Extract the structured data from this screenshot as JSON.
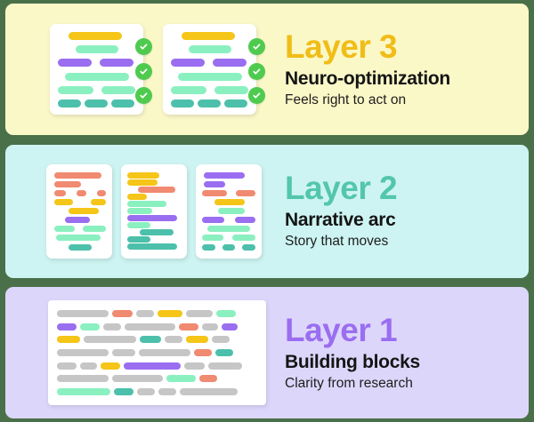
{
  "background_color": "#4a7049",
  "palette": {
    "yellow_panel": "#fbf8c8",
    "cyan_panel": "#cdf4f2",
    "lavender_panel": "#ddd6fb",
    "gold": "#f5c518",
    "mint": "#8bf0c0",
    "purple": "#9a6ef0",
    "teal": "#4cc0ab",
    "coral": "#f08a70",
    "gray": "#c6c6c6",
    "check_green": "#4ecb4e",
    "title_gold": "#f0bd18",
    "title_teal": "#53c6ad",
    "title_purple": "#9a6ef0",
    "heading_black": "#151515"
  },
  "layers": [
    {
      "id": "layer-3",
      "title": "Layer 3",
      "heading": "Neuro-optimization",
      "subtitle": "Feels right to act on",
      "title_color": "#f0bd18",
      "panel_color": "#fbf8c8",
      "badge_icon": "check-circle-icon",
      "badge_count": 3,
      "cards": [
        {
          "name": "optimized-card-1",
          "rows": [
            [
              {
                "c": "gold",
                "w": 60,
                "ml": 12
              }
            ],
            [
              {
                "c": "mint",
                "w": 48,
                "ml": 20
              }
            ],
            [
              {
                "c": "purple",
                "w": 38,
                "ml": 0
              },
              {
                "c": "purple",
                "w": 38,
                "ml": 9
              }
            ],
            [
              {
                "c": "mint",
                "w": 72,
                "ml": 8
              }
            ],
            [
              {
                "c": "mint",
                "w": 40,
                "ml": 0
              },
              {
                "c": "mint",
                "w": 38,
                "ml": 9
              }
            ],
            [
              {
                "c": "teal",
                "w": 26,
                "ml": 0
              },
              {
                "c": "teal",
                "w": 26,
                "ml": 4
              },
              {
                "c": "teal",
                "w": 26,
                "ml": 4
              }
            ]
          ]
        },
        {
          "name": "optimized-card-2",
          "rows": [
            [
              {
                "c": "gold",
                "w": 60,
                "ml": 12
              }
            ],
            [
              {
                "c": "mint",
                "w": 48,
                "ml": 20
              }
            ],
            [
              {
                "c": "purple",
                "w": 38,
                "ml": 0
              },
              {
                "c": "purple",
                "w": 38,
                "ml": 9
              }
            ],
            [
              {
                "c": "mint",
                "w": 72,
                "ml": 8
              }
            ],
            [
              {
                "c": "mint",
                "w": 40,
                "ml": 0
              },
              {
                "c": "mint",
                "w": 38,
                "ml": 9
              }
            ],
            [
              {
                "c": "teal",
                "w": 26,
                "ml": 0
              },
              {
                "c": "teal",
                "w": 26,
                "ml": 4
              },
              {
                "c": "teal",
                "w": 26,
                "ml": 4
              }
            ]
          ]
        }
      ]
    },
    {
      "id": "layer-2",
      "title": "Layer 2",
      "heading": "Narrative arc",
      "subtitle": "Story that moves",
      "title_color": "#53c6ad",
      "panel_color": "#cdf4f2",
      "cards": [
        {
          "name": "narrative-card-1",
          "rows": [
            [
              {
                "c": "coral",
                "w": 53,
                "ml": 2
              }
            ],
            [
              {
                "c": "coral",
                "w": 30,
                "ml": 2
              }
            ],
            [
              {
                "c": "coral",
                "w": 18,
                "ml": 2
              },
              {
                "c": "coral",
                "w": 14,
                "ml": 8
              },
              {
                "c": "coral",
                "w": 14,
                "ml": 8
              }
            ],
            [
              {
                "c": "gold",
                "w": 22,
                "ml": 2
              },
              {
                "c": "gold",
                "w": 18,
                "ml": 16
              }
            ],
            [
              {
                "c": "gold",
                "w": 34,
                "ml": 18
              }
            ],
            [
              {
                "c": "purple",
                "w": 28,
                "ml": 14
              }
            ],
            [
              {
                "c": "mint",
                "w": 24,
                "ml": 2
              },
              {
                "c": "mint",
                "w": 28,
                "ml": 5
              }
            ],
            [
              {
                "c": "mint",
                "w": 50,
                "ml": 4
              }
            ],
            [
              {
                "c": "teal",
                "w": 26,
                "ml": 18
              }
            ]
          ]
        },
        {
          "name": "narrative-card-2",
          "rows": [
            [
              {
                "c": "gold",
                "w": 36,
                "ml": 0
              }
            ],
            [
              {
                "c": "gold",
                "w": 34,
                "ml": 0
              }
            ],
            [
              {
                "c": "coral",
                "w": 42,
                "ml": 12
              }
            ],
            [
              {
                "c": "gold",
                "w": 22,
                "ml": 0
              }
            ],
            [
              {
                "c": "mint",
                "w": 44,
                "ml": 0
              }
            ],
            [
              {
                "c": "mint",
                "w": 28,
                "ml": 0
              }
            ],
            [
              {
                "c": "purple",
                "w": 56,
                "ml": 0
              }
            ],
            [
              {
                "c": "mint",
                "w": 26,
                "ml": 0
              }
            ],
            [
              {
                "c": "teal",
                "w": 38,
                "ml": 14
              }
            ],
            [
              {
                "c": "teal",
                "w": 26,
                "ml": 0
              }
            ],
            [
              {
                "c": "teal",
                "w": 56,
                "ml": 0
              }
            ]
          ]
        },
        {
          "name": "narrative-card-3",
          "rows": [
            [
              {
                "c": "purple",
                "w": 46,
                "ml": 2
              }
            ],
            [
              {
                "c": "purple",
                "w": 24,
                "ml": 2
              }
            ],
            [
              {
                "c": "coral",
                "w": 30,
                "ml": 0
              },
              {
                "c": "coral",
                "w": 24,
                "ml": 6
              }
            ],
            [
              {
                "c": "gold",
                "w": 34,
                "ml": 14
              }
            ],
            [
              {
                "c": "mint",
                "w": 30,
                "ml": 18
              }
            ],
            [
              {
                "c": "purple",
                "w": 26,
                "ml": 0
              },
              {
                "c": "purple",
                "w": 24,
                "ml": 8
              }
            ],
            [
              {
                "c": "mint",
                "w": 48,
                "ml": 6
              }
            ],
            [
              {
                "c": "mint",
                "w": 24,
                "ml": 0
              },
              {
                "c": "mint",
                "w": 26,
                "ml": 6
              }
            ],
            [
              {
                "c": "teal",
                "w": 18,
                "ml": 0
              },
              {
                "c": "teal",
                "w": 18,
                "ml": 4
              },
              {
                "c": "teal",
                "w": 18,
                "ml": 4
              }
            ]
          ]
        }
      ]
    },
    {
      "id": "layer-1",
      "title": "Layer 1",
      "heading": "Building blocks",
      "subtitle": "Clarity from research",
      "title_color": "#9a6ef0",
      "panel_color": "#ddd6fb",
      "cards": [
        {
          "name": "research-card",
          "rows": [
            [
              {
                "c": "gray",
                "w": 58
              },
              {
                "c": "coral",
                "w": 23
              },
              {
                "c": "gray",
                "w": 20
              },
              {
                "c": "gold",
                "w": 28
              },
              {
                "c": "gray",
                "w": 30
              },
              {
                "c": "mint",
                "w": 22
              }
            ],
            [
              {
                "c": "purple",
                "w": 22
              },
              {
                "c": "mint",
                "w": 22
              },
              {
                "c": "gray",
                "w": 20
              },
              {
                "c": "gray",
                "w": 57
              },
              {
                "c": "coral",
                "w": 22
              },
              {
                "c": "gray",
                "w": 18
              },
              {
                "c": "purple",
                "w": 18
              }
            ],
            [
              {
                "c": "gold",
                "w": 26
              },
              {
                "c": "gray",
                "w": 59
              },
              {
                "c": "teal",
                "w": 24
              },
              {
                "c": "gray",
                "w": 20
              },
              {
                "c": "gold",
                "w": 25
              },
              {
                "c": "gray",
                "w": 20
              }
            ],
            [
              {
                "c": "gray",
                "w": 58
              },
              {
                "c": "gray",
                "w": 26
              },
              {
                "c": "gray",
                "w": 58
              },
              {
                "c": "coral",
                "w": 20
              },
              {
                "c": "teal",
                "w": 20
              }
            ],
            [
              {
                "c": "gray",
                "w": 22
              },
              {
                "c": "gray",
                "w": 19
              },
              {
                "c": "gold",
                "w": 22
              },
              {
                "c": "purple",
                "w": 64
              },
              {
                "c": "gray",
                "w": 23
              },
              {
                "c": "gray",
                "w": 38
              }
            ],
            [
              {
                "c": "gray",
                "w": 58
              },
              {
                "c": "gray",
                "w": 57
              },
              {
                "c": "mint",
                "w": 33
              },
              {
                "c": "coral",
                "w": 20
              }
            ],
            [
              {
                "c": "mint",
                "w": 60
              },
              {
                "c": "teal",
                "w": 22
              },
              {
                "c": "gray",
                "w": 20
              },
              {
                "c": "gray",
                "w": 20
              },
              {
                "c": "gray",
                "w": 65
              }
            ]
          ]
        }
      ]
    }
  ]
}
